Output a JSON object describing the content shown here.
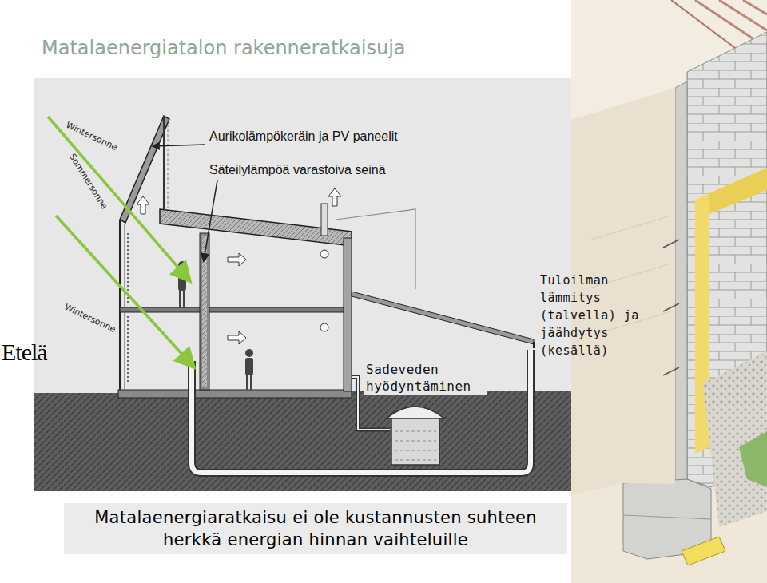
{
  "diagram": {
    "title": "Matalaenergiatalon rakenneratkaisuja",
    "caption": "Matalaenergiaratkaisu ei ole kustannusten suhteen herkkä energian hinnan vaihteluille",
    "labels": [
      "Wintersonne",
      "Sommersonne",
      "Wintersonne",
      "Aurikolämpökeräin ja PV paneelit",
      "Säteilylämpöä varastoiva seinä",
      "Tuloilman lämmitys (talvella) ja jäähdytys (kesällä)",
      "Etelä",
      "Sadeveden hyödyntäminen"
    ]
  }
}
